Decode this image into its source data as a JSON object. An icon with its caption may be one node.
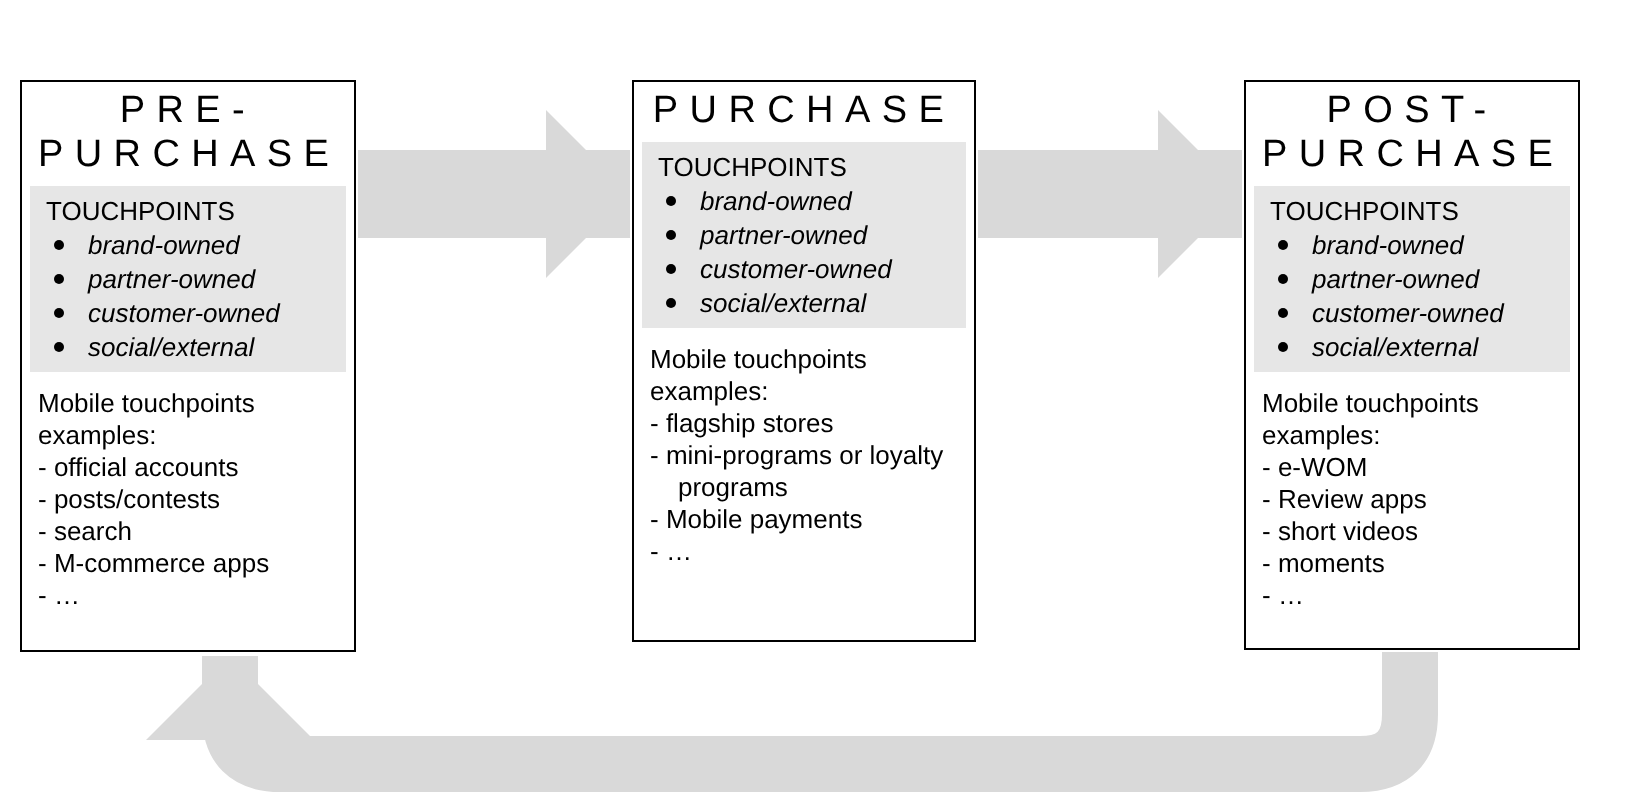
{
  "diagram": {
    "nodes": [
      {
        "text": [
          "PRE-PURCHASE",
          "Mobile touchpoints examples:",
          "- official accounts",
          "- posts/contests",
          "- search",
          "- M-commerce apps",
          "- …"
        ]
      },
      {
        "text": [
          "TOUCHPOINTS",
          "brand-owned",
          "partner-owned",
          "customer-owned",
          "social/external"
        ],
        "in": 0
      },
      {
        "text": [
          "PURCHASE",
          "Mobile touchpoints examples:",
          "- flagship stores",
          "- mini-programs or loyalty programs",
          "- Mobile payments",
          "- …"
        ]
      },
      {
        "text": [
          "TOUCHPOINTS",
          "brand-owned",
          "partner-owned",
          "customer-owned",
          "social/external"
        ],
        "in": 2
      },
      {
        "text": [
          "POST-PURCHASE",
          "Mobile touchpoints examples:",
          "- e-WOM",
          "- Review apps",
          "- short videos",
          "- moments",
          "- …"
        ]
      },
      {
        "text": [
          "TOUCHPOINTS",
          "brand-owned",
          "partner-owned",
          "customer-owned",
          "social/external"
        ],
        "in": 4
      }
    ],
    "edges": [
      {
        "from": 0,
        "to": 2,
        "arrow": "to"
      },
      {
        "from": 2,
        "to": 4,
        "arrow": "to"
      },
      {
        "from": 4,
        "to": 0,
        "arrow": "to"
      }
    ]
  }
}
